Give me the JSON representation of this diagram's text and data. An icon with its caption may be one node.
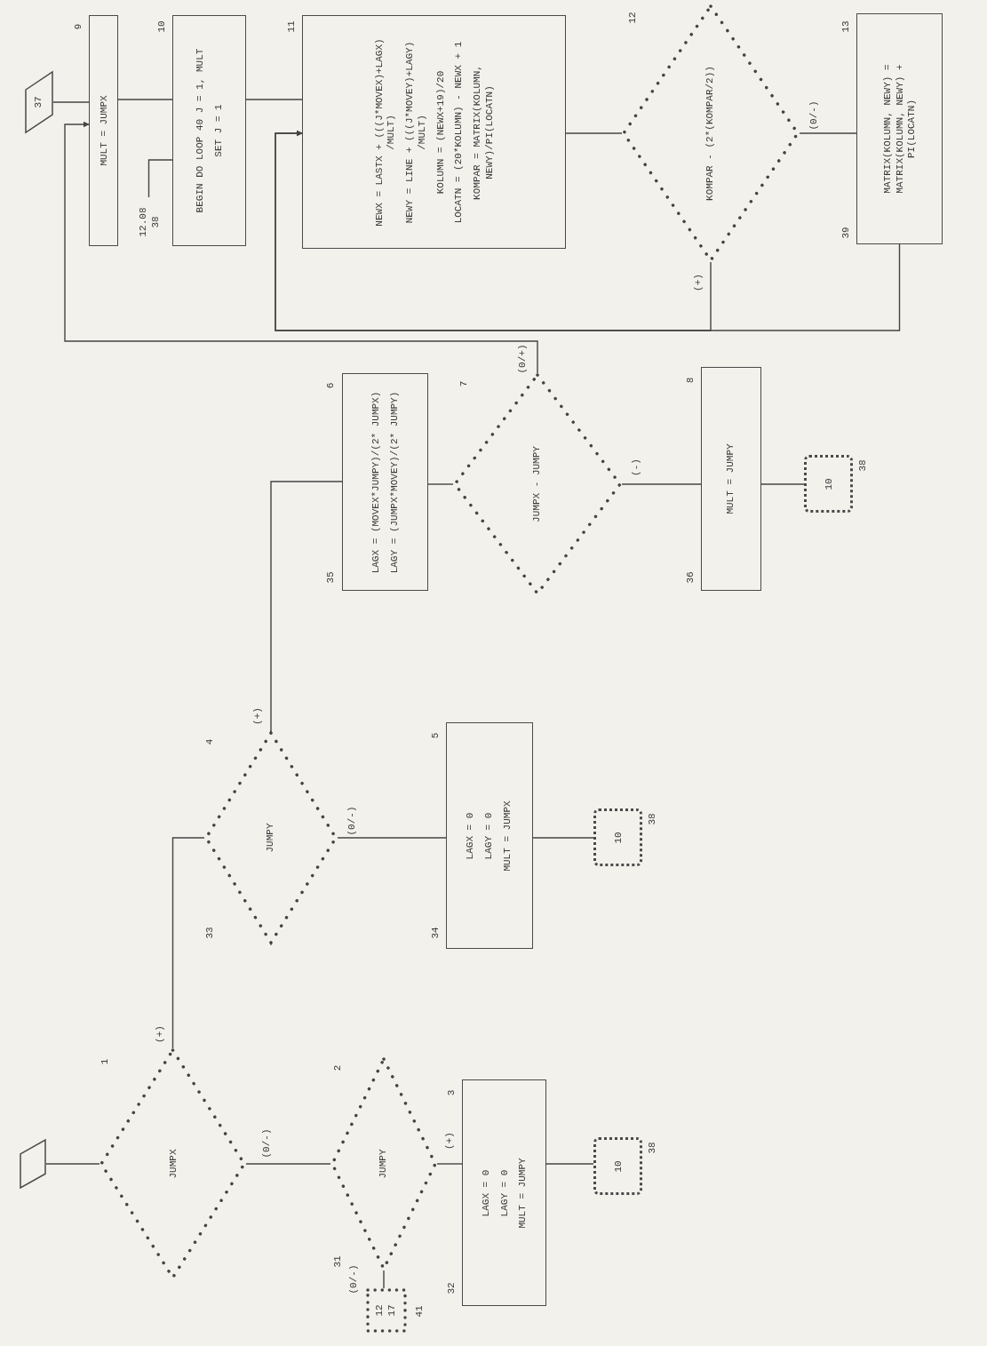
{
  "diagram": {
    "nodes": [
      {
        "text": [],
        "shape": "parallelogram"
      },
      {
        "text": [
          "JUMPX"
        ],
        "beside": [
          "1"
        ]
      },
      {
        "text": [
          "JUMPY"
        ],
        "beside": [
          "2",
          "31"
        ]
      },
      {
        "text": [
          "12",
          "17"
        ],
        "beside": [
          "41"
        ]
      },
      {
        "text": [
          "LAGX = 0",
          "LAGY = 0",
          "MULT = JUMPY"
        ],
        "beside": [
          "32",
          "3"
        ]
      },
      {
        "text": [
          "10"
        ],
        "beside": [
          "38"
        ]
      },
      {
        "text": [
          "JUMPY"
        ],
        "beside": [
          "33",
          "4"
        ]
      },
      {
        "text": [
          "LAGX = 0",
          "LAGY = 0",
          "MULT = JUMPX"
        ],
        "beside": [
          "34",
          "5"
        ]
      },
      {
        "text": [
          "10"
        ],
        "beside": [
          "38"
        ]
      },
      {
        "text": [
          "LAGX = (MOVEX*JUMPY)/(2* JUMPX)",
          "LAGY = (JUMPX*MOVEY)/(2* JUMPY)"
        ],
        "beside": [
          "35",
          "6"
        ]
      },
      {
        "text": [
          "JUMPX - JUMPY"
        ],
        "beside": [
          "7"
        ]
      },
      {
        "text": [
          "MULT = JUMPY"
        ],
        "beside": [
          "36",
          "8"
        ]
      },
      {
        "text": [
          "10"
        ],
        "beside": [
          "38"
        ]
      },
      {
        "text": [
          "37"
        ]
      },
      {
        "text": [
          "MULT = JUMPX"
        ],
        "beside": [
          "9"
        ]
      },
      {
        "text": [
          "12.08",
          "38"
        ]
      },
      {
        "text": [
          "BEGIN DO LOOP 40 J = 1, MULT",
          "SET J = 1"
        ],
        "beside": [
          "10"
        ]
      },
      {
        "text": [
          "NEWX = LASTX + (((J*MOVEX)+LAGX) /MULT)",
          "NEWY = LINE + (((J*MOVEY)+LAGY) /MULT)",
          "KOLUMN = (NEWX+19)/20",
          "LOCATN = (20*KOLUMN) - NEWX + 1",
          "KOMPAR = MATRIX(KOLUMN, NEWY)/PI(LOCATN)"
        ],
        "beside": [
          "11"
        ]
      },
      {
        "text": [
          "KOMPAR - (2*(KOMPAR/2))"
        ],
        "beside": [
          "12"
        ]
      },
      {
        "text": [
          "MATRIX(KOLUMN, NEWY) = MATRIX(KOLUMN, NEWY) + PI(LOCATN)"
        ],
        "beside": [
          "39",
          "13"
        ]
      }
    ],
    "edges": [
      {
        "from": 0,
        "to": 1,
        "arrow": "none"
      },
      {
        "from": 1,
        "to": 6,
        "arrow": "none",
        "label": "(+)"
      },
      {
        "from": 1,
        "to": 2,
        "arrow": "none",
        "label": "(0/-)"
      },
      {
        "from": 2,
        "to": 4,
        "arrow": "none",
        "label": "(+)"
      },
      {
        "from": 2,
        "to": 3,
        "arrow": "none",
        "label": "(0/-)"
      },
      {
        "from": 4,
        "to": 5,
        "arrow": "none"
      },
      {
        "from": 6,
        "to": 9,
        "arrow": "none",
        "label": "(+)"
      },
      {
        "from": 6,
        "to": 7,
        "arrow": "none",
        "label": "(0/-)"
      },
      {
        "from": 7,
        "to": 8,
        "arrow": "none"
      },
      {
        "from": 9,
        "to": 10,
        "arrow": "none"
      },
      {
        "from": 10,
        "to": 11,
        "arrow": "none",
        "label": "(-)"
      },
      {
        "from": 11,
        "to": 12,
        "arrow": "none"
      },
      {
        "from": 10,
        "to": 14,
        "arrow": "to",
        "label": "(0/+)"
      },
      {
        "from": 13,
        "to": 14,
        "arrow": "none"
      },
      {
        "from": 14,
        "to": 16,
        "arrow": "none"
      },
      {
        "from": 15,
        "to": 16,
        "arrow": "none"
      },
      {
        "from": 16,
        "to": 17,
        "arrow": "none"
      },
      {
        "from": 17,
        "to": 18,
        "arrow": "none"
      },
      {
        "from": 18,
        "to": 19,
        "arrow": "none",
        "label": "(0/-)"
      },
      {
        "from": 18,
        "to": 17,
        "arrow": "to",
        "label": "(+)"
      },
      {
        "from": 19,
        "to": 17,
        "arrow": "to"
      }
    ]
  }
}
